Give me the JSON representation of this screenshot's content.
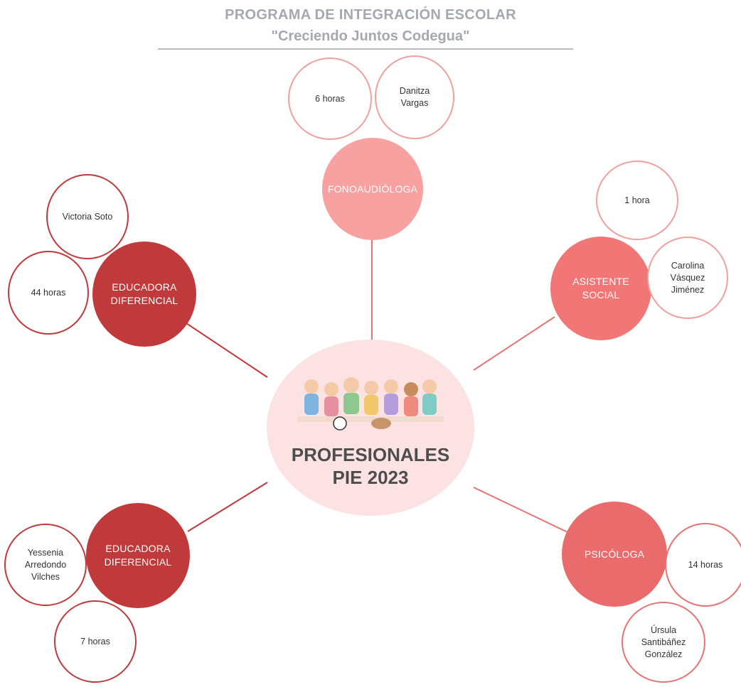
{
  "header": {
    "title": "PROGRAMA DE INTEGRACIÓN ESCOLAR",
    "subtitle": "\"Creciendo Juntos Codegua\""
  },
  "center": {
    "line1": "PROFESIONALES",
    "line2": "PIE 2023",
    "image_icon": "children-illustration-icon"
  },
  "roles": {
    "fono": {
      "label": "FONOAUDIÓLOGA",
      "hours": "6 horas",
      "name": "Danitza Vargas"
    },
    "asistente": {
      "label_line1": "ASISTENTE",
      "label_line2": "SOCIAL",
      "hours": "1 hora",
      "name_line1": "Carolina",
      "name_line2": "Vásquez",
      "name_line3": "Jiménez"
    },
    "educadora_top": {
      "label_line1": "EDUCADORA",
      "label_line2": "DIFERENCIAL",
      "hours": "44 horas",
      "name": "Victoria Soto"
    },
    "educadora_bottom": {
      "label_line1": "EDUCADORA",
      "label_line2": "DIFERENCIAL",
      "hours": "7 horas",
      "name_line1": "Yessenia",
      "name_line2": "Arredondo",
      "name_line3": "Vilches"
    },
    "psicologa": {
      "label": "PSICÓLOGA",
      "hours": "14 horas",
      "name_line1": "Úrsula",
      "name_line2": "Santibáñez",
      "name_line3": "González"
    }
  },
  "colors": {
    "fono": "#f7a1a1",
    "asistente": "#f27676",
    "psicologa": "#e96b6b",
    "educadora": "#c0393b",
    "center_bg": "#fde2e4",
    "title": "#a5a8b0",
    "link": "#e57373"
  }
}
